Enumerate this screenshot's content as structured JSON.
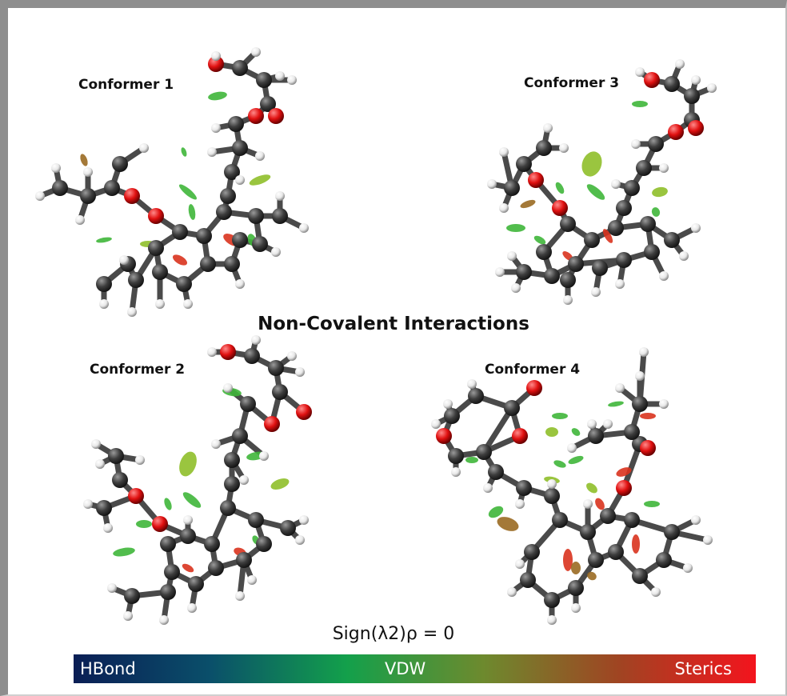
{
  "figure": {
    "title": "Non-Covalent Interactions",
    "conformer_labels": [
      "Conformer 1",
      "Conformer 3",
      "Conformer 2",
      "Conformer 4"
    ],
    "equation": "Sign(λ2)ρ = 0",
    "colorbar": {
      "left_label": "HBond",
      "middle_label": "VDW",
      "right_label": "Sterics",
      "colors": [
        "#0a1e55",
        "#0a4f6a",
        "#13a04b",
        "#6d8a2e",
        "#a04422",
        "#f3141d"
      ]
    },
    "atom_colors": {
      "carbon": "#3d3d3d",
      "oxygen": "#e01010",
      "hydrogen": "#e8e8e8"
    }
  }
}
